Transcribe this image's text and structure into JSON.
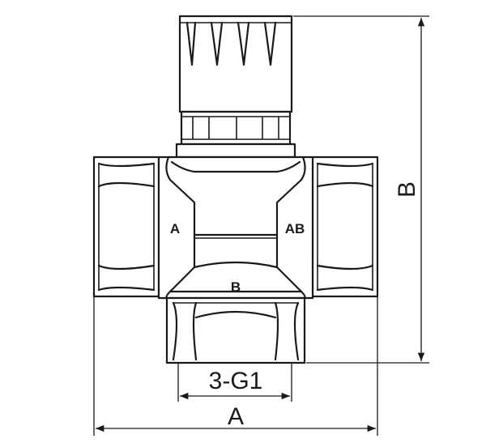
{
  "diagram": {
    "ports": {
      "a": "A",
      "ab": "AB",
      "b": "B"
    },
    "dimensions": {
      "thread": "3-G1",
      "width": "A",
      "height": "B"
    },
    "colors": {
      "line": "#1a1a1a",
      "background": "#ffffff"
    }
  }
}
